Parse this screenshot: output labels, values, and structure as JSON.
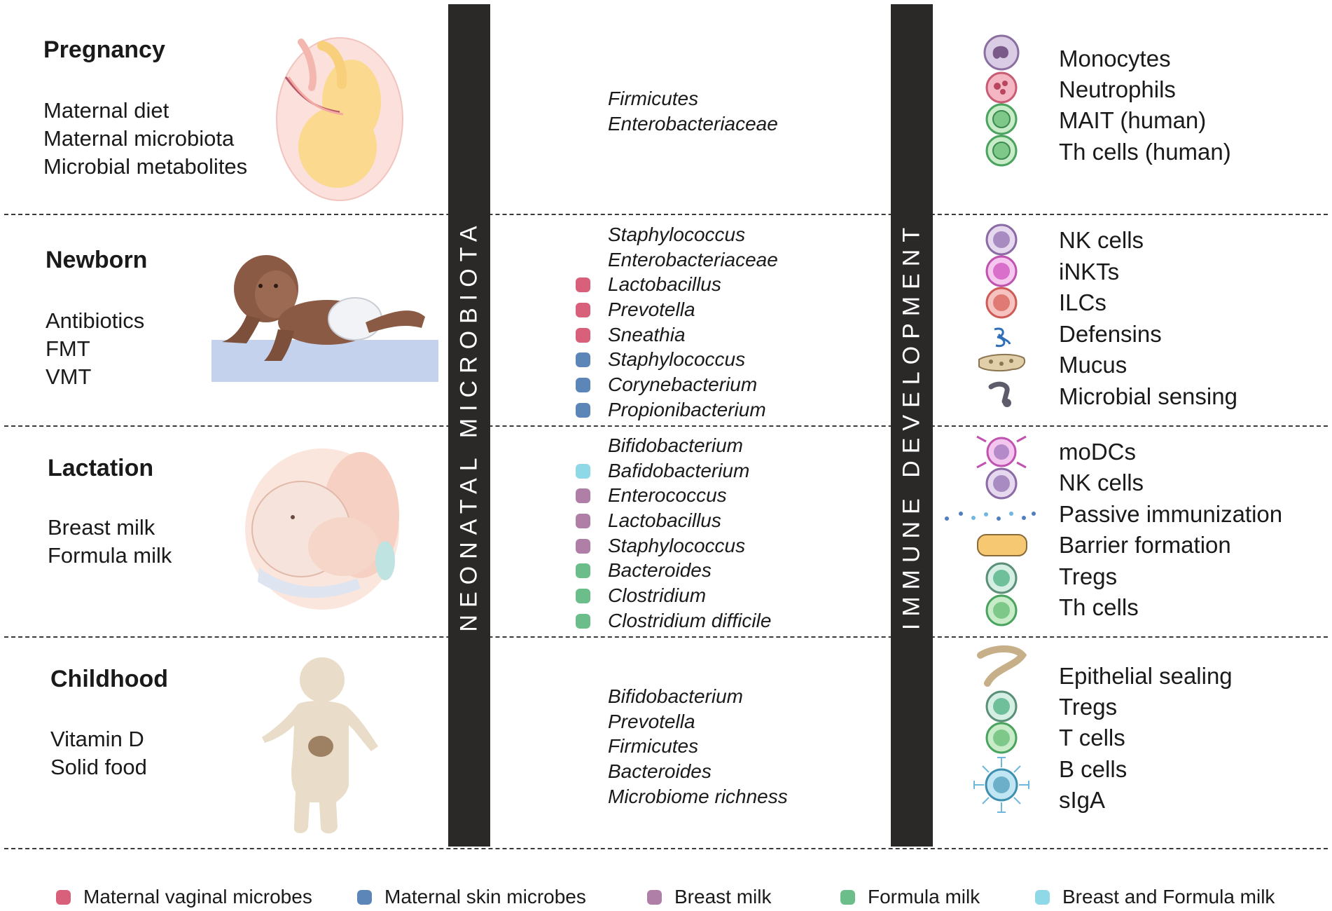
{
  "band_left": "NEONATAL MICROBIOTA",
  "band_right": "IMMUNE DEVELOPMENT",
  "colors": {
    "vaginal": "#d9607a",
    "skin": "#5d86b8",
    "breast": "#b07fa8",
    "formula": "#6bbd8a",
    "both": "#8fd8e8"
  },
  "stages": [
    {
      "title": "Pregnancy",
      "factors": [
        "Maternal diet",
        "Maternal microbiota",
        "Microbial metabolites"
      ]
    },
    {
      "title": "Newborn",
      "factors": [
        "Antibiotics",
        "FMT",
        "VMT"
      ]
    },
    {
      "title": "Lactation",
      "factors": [
        "Breast milk",
        "Formula milk"
      ]
    },
    {
      "title": "Childhood",
      "factors": [
        "Vitamin D",
        "Solid food"
      ]
    }
  ],
  "microbes": [
    [
      {
        "name": "Firmicutes",
        "source": ""
      },
      {
        "name": "Enterobacteriaceae",
        "source": ""
      }
    ],
    [
      {
        "name": "Staphylococcus",
        "source": ""
      },
      {
        "name": "Enterobacteriaceae",
        "source": ""
      },
      {
        "name": "Lactobacillus",
        "source": "vaginal"
      },
      {
        "name": "Prevotella",
        "source": "vaginal"
      },
      {
        "name": "Sneathia",
        "source": "vaginal"
      },
      {
        "name": "Staphylococcus",
        "source": "skin"
      },
      {
        "name": "Corynebacterium",
        "source": "skin"
      },
      {
        "name": "Propionibacterium",
        "source": "skin"
      }
    ],
    [
      {
        "name": "Bifidobacterium",
        "source": ""
      },
      {
        "name": "Bafidobacterium",
        "source": "both"
      },
      {
        "name": "Enterococcus",
        "source": "breast"
      },
      {
        "name": "Lactobacillus",
        "source": "breast"
      },
      {
        "name": "Staphylococcus",
        "source": "breast"
      },
      {
        "name": "Bacteroides",
        "source": "formula"
      },
      {
        "name": "Clostridium",
        "source": "formula"
      },
      {
        "name": "Clostridium difficile",
        "source": "formula"
      }
    ],
    [
      {
        "name": "Bifidobacterium",
        "source": ""
      },
      {
        "name": "Prevotella",
        "source": ""
      },
      {
        "name": "Firmicutes",
        "source": ""
      },
      {
        "name": "Bacteroides",
        "source": ""
      },
      {
        "name": "Microbiome richness",
        "source": ""
      }
    ]
  ],
  "immune": [
    [
      {
        "label": "Monocytes",
        "icon": "monocyte-icon"
      },
      {
        "label": "Neutrophils",
        "icon": "neutrophil-icon"
      },
      {
        "label": "MAIT (human)",
        "icon": "mait-cell-icon"
      },
      {
        "label": "Th cells (human)",
        "icon": "th-cell-icon"
      }
    ],
    [
      {
        "label": "NK cells",
        "icon": "nk-cell-icon"
      },
      {
        "label": "iNKTs",
        "icon": "inkt-cell-icon"
      },
      {
        "label": "ILCs",
        "icon": "ilc-cell-icon"
      },
      {
        "label": "Defensins",
        "icon": "defensin-icon"
      },
      {
        "label": "Mucus",
        "icon": "mucus-icon"
      },
      {
        "label": "Microbial sensing",
        "icon": "receptor-icon"
      }
    ],
    [
      {
        "label": "moDCs",
        "icon": "modc-cell-icon"
      },
      {
        "label": "NK cells",
        "icon": "nk-cell-icon"
      },
      {
        "label": "Passive immunization",
        "icon": "particles-icon"
      },
      {
        "label": "Barrier formation",
        "icon": "barrier-icon"
      },
      {
        "label": "Tregs",
        "icon": "treg-cell-icon"
      },
      {
        "label": "Th cells",
        "icon": "th-cell-icon"
      }
    ],
    [
      {
        "label": "Epithelial sealing",
        "icon": "epithelium-icon"
      },
      {
        "label": "Tregs",
        "icon": "treg-cell-icon"
      },
      {
        "label": "T cells",
        "icon": "t-cell-icon"
      },
      {
        "label": "B cells",
        "icon": "b-cell-icon"
      },
      {
        "label": "sIgA",
        "icon": ""
      }
    ]
  ],
  "legend": [
    {
      "label": "Maternal vaginal microbes",
      "color": "#d9607a"
    },
    {
      "label": "Maternal skin microbes",
      "color": "#5d86b8"
    },
    {
      "label": "Breast milk",
      "color": "#b07fa8"
    },
    {
      "label": "Formula milk",
      "color": "#6bbd8a"
    },
    {
      "label": "Breast and Formula milk",
      "color": "#8fd8e8"
    }
  ]
}
